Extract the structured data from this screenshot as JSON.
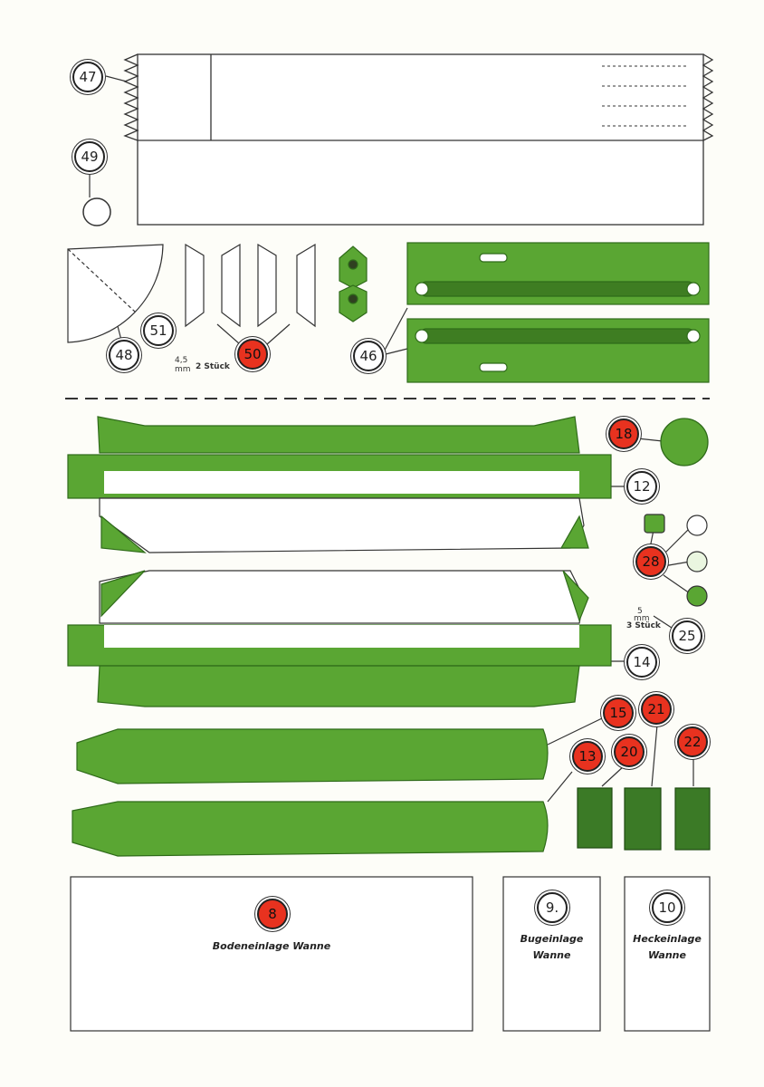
{
  "colors": {
    "green": "#5aa633",
    "green_dark": "#2f6b1a",
    "red": "#e8321f",
    "outline": "#333333",
    "paper": "#fdfdf8"
  },
  "badges": [
    {
      "id": "b47",
      "text": "47",
      "red": false
    },
    {
      "id": "b49",
      "text": "49",
      "red": false
    },
    {
      "id": "b48",
      "text": "48",
      "red": false
    },
    {
      "id": "b51",
      "text": "51",
      "red": false
    },
    {
      "id": "b50",
      "text": "50",
      "red": true
    },
    {
      "id": "b46",
      "text": "46",
      "red": false
    },
    {
      "id": "b18",
      "text": "18",
      "red": true
    },
    {
      "id": "b12",
      "text": "12",
      "red": false
    },
    {
      "id": "b28",
      "text": "28",
      "red": true
    },
    {
      "id": "b25",
      "text": "25",
      "red": false
    },
    {
      "id": "b14",
      "text": "14",
      "red": false
    },
    {
      "id": "b15",
      "text": "15",
      "red": true
    },
    {
      "id": "b21",
      "text": "21",
      "red": true
    },
    {
      "id": "b22",
      "text": "22",
      "red": true
    },
    {
      "id": "b13",
      "text": "13",
      "red": true
    },
    {
      "id": "b20",
      "text": "20",
      "red": true
    },
    {
      "id": "b8",
      "text": "8",
      "red": true
    },
    {
      "id": "b9",
      "text": "9.",
      "red": false
    },
    {
      "id": "b10",
      "text": "10",
      "red": false
    }
  ],
  "notes": {
    "part50_qty": "2 Stück",
    "part50_dim": "4,5",
    "part50_unit": "mm",
    "part25_qty": "3 Stück",
    "part25_dim": "5",
    "part25_unit": "mm"
  },
  "inserts": {
    "bottom_label": "Bodeneinlage Wanne",
    "bow_label_1": "Bugeinlage",
    "bow_label_2": "Wanne",
    "stern_label_1": "Heckeinlage",
    "stern_label_2": "Wanne"
  }
}
